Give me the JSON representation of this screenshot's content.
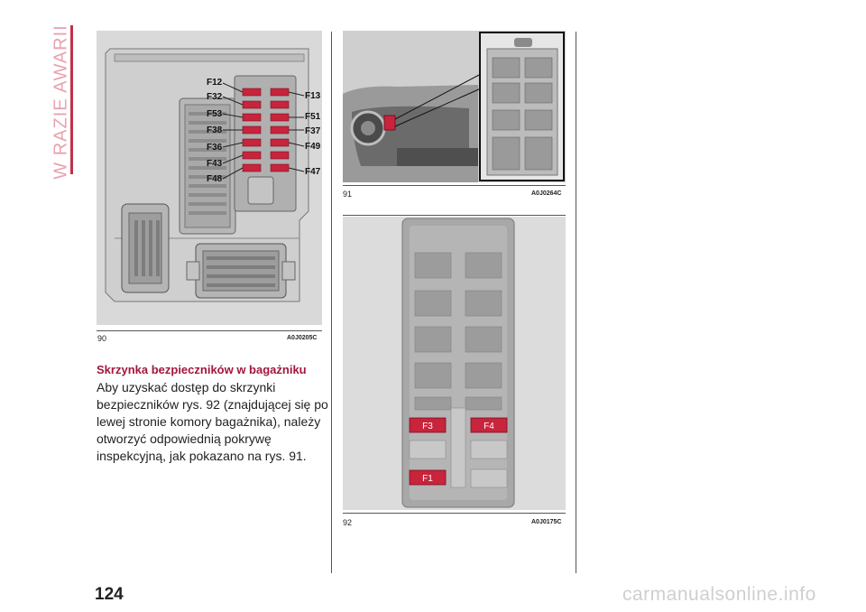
{
  "section_title": "W RAZIE AWARII",
  "figures": [
    {
      "number": "90",
      "code": "A0J0205C",
      "left_labels": [
        "F12",
        "F32",
        "F53",
        "F38",
        "F36",
        "F43",
        "F48"
      ],
      "right_labels": [
        "F13",
        "F51",
        "F37",
        "F49",
        "F47"
      ]
    },
    {
      "number": "91",
      "code": "A0J0264C"
    },
    {
      "number": "92",
      "code": "A0J0175C",
      "fuse_labels": [
        "F3",
        "F4",
        "F1"
      ]
    }
  ],
  "article": {
    "heading": "Skrzynka bezpieczników w bagażniku",
    "body": "Aby uzyskać dostęp do skrzynki bezpieczników rys. 92 (znajdującej się po lewej stronie komory bagażnika), należy otworzyć odpowiednią pokrywę inspekcyjną, jak pokazano na rys. 91."
  },
  "page_number": "124",
  "watermark": "carmanualsonline.info",
  "colors": {
    "accent": "#a2163c",
    "fuse_red": "#c8243c",
    "figure_bg": "#d9d9d9"
  }
}
